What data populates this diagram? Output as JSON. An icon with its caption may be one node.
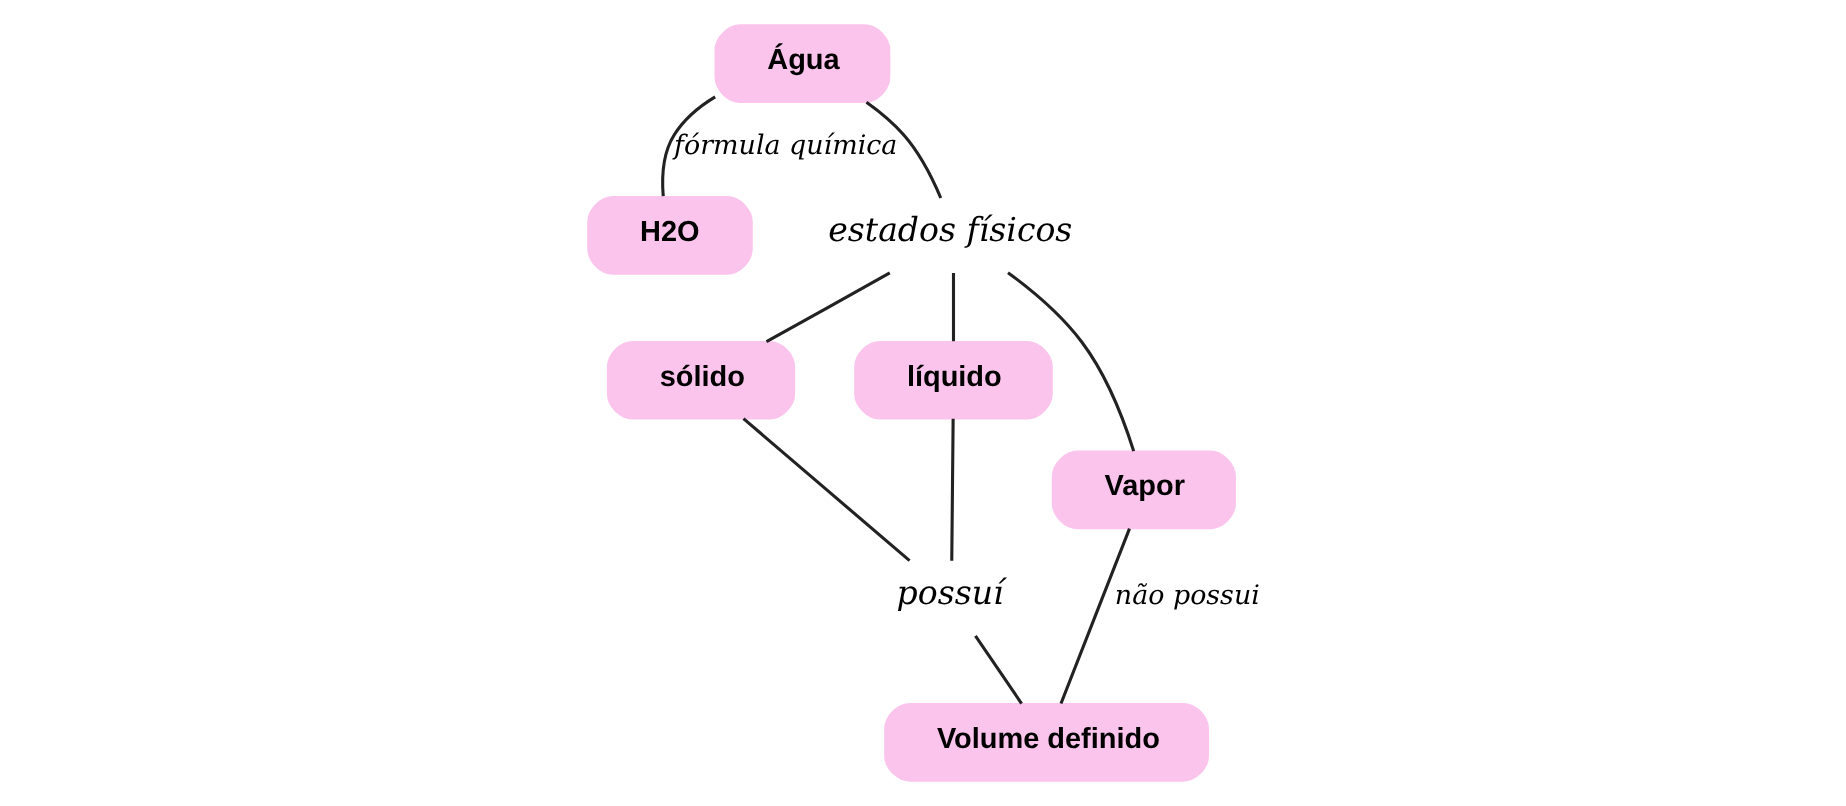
{
  "diagram": {
    "nodes": [
      {
        "text": [
          "Água"
        ]
      },
      {
        "text": [
          "H2O"
        ]
      },
      {
        "text": [
          "estados físicos"
        ]
      },
      {
        "text": [
          "sólido"
        ]
      },
      {
        "text": [
          "líquido"
        ]
      },
      {
        "text": [
          "Vapor"
        ]
      },
      {
        "text": [
          "possuí"
        ]
      },
      {
        "text": [
          "Volume definido"
        ]
      }
    ],
    "edges": [
      {
        "from": 0,
        "to": 1,
        "arrow": "none",
        "label": "fórmula química"
      },
      {
        "from": 0,
        "to": 2,
        "arrow": "none"
      },
      {
        "from": 2,
        "to": 3,
        "arrow": "none"
      },
      {
        "from": 2,
        "to": 4,
        "arrow": "none"
      },
      {
        "from": 2,
        "to": 5,
        "arrow": "none"
      },
      {
        "from": 3,
        "to": 6,
        "arrow": "none"
      },
      {
        "from": 4,
        "to": 6,
        "arrow": "none"
      },
      {
        "from": 6,
        "to": 7,
        "arrow": "none"
      },
      {
        "from": 5,
        "to": 7,
        "arrow": "none",
        "label": "não possui"
      }
    ]
  }
}
